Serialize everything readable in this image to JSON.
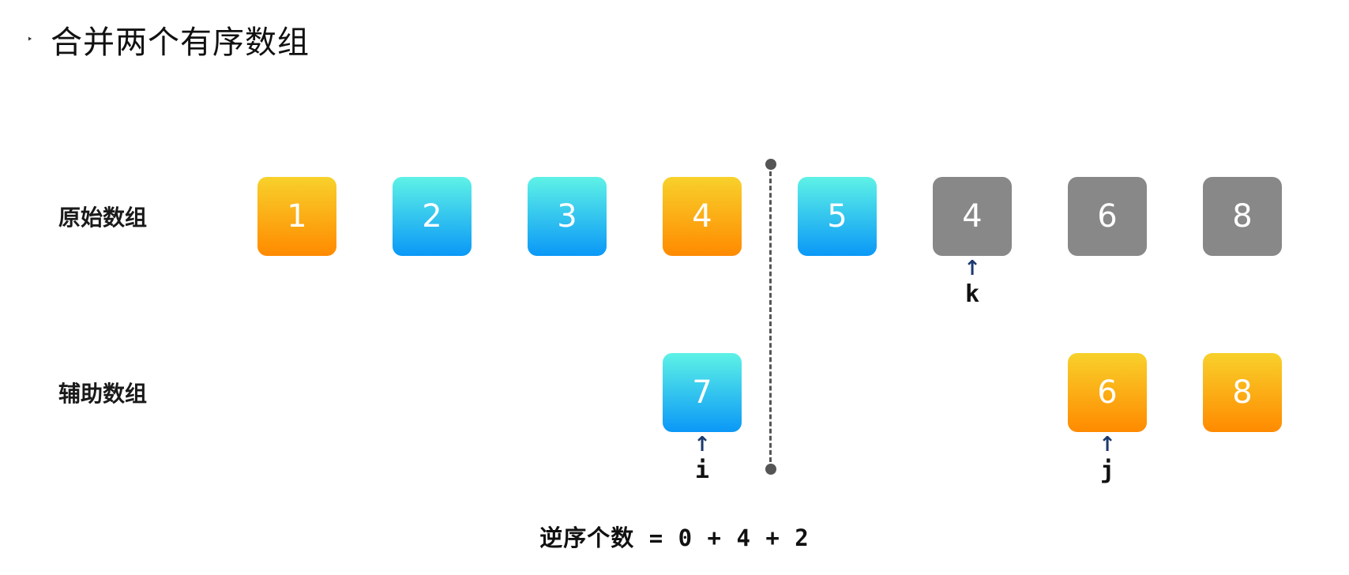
{
  "title": "合并两个有序数组",
  "bullet": "‣",
  "labels": {
    "original": "原始数组",
    "auxiliary": "辅助数组"
  },
  "original_array": [
    {
      "value": "1",
      "color": "orange"
    },
    {
      "value": "2",
      "color": "blue"
    },
    {
      "value": "3",
      "color": "blue"
    },
    {
      "value": "4",
      "color": "orange"
    },
    {
      "value": "5",
      "color": "blue"
    },
    {
      "value": "4",
      "color": "gray"
    },
    {
      "value": "6",
      "color": "gray"
    },
    {
      "value": "8",
      "color": "gray"
    }
  ],
  "auxiliary_array": [
    {
      "value": "",
      "color": "none"
    },
    {
      "value": "",
      "color": "none"
    },
    {
      "value": "",
      "color": "none"
    },
    {
      "value": "7",
      "color": "blue"
    },
    {
      "value": "",
      "color": "none"
    },
    {
      "value": "",
      "color": "none"
    },
    {
      "value": "6",
      "color": "orange"
    },
    {
      "value": "8",
      "color": "orange"
    }
  ],
  "pointers": {
    "k": {
      "name": "k",
      "index": 5,
      "row": "original"
    },
    "i": {
      "name": "i",
      "index": 3,
      "row": "auxiliary"
    },
    "j": {
      "name": "j",
      "index": 6,
      "row": "auxiliary"
    }
  },
  "arrow_symbol": "↑",
  "formula": "逆序个数 = 0 + 4 + 2",
  "colors": {
    "orange_top": "#f8d12b",
    "orange_bottom": "#ff8a00",
    "blue_top": "#5ef2e6",
    "blue_bottom": "#0a98f7",
    "gray": "#888888",
    "arrow": "#1d3a6e",
    "divider": "#555555"
  }
}
